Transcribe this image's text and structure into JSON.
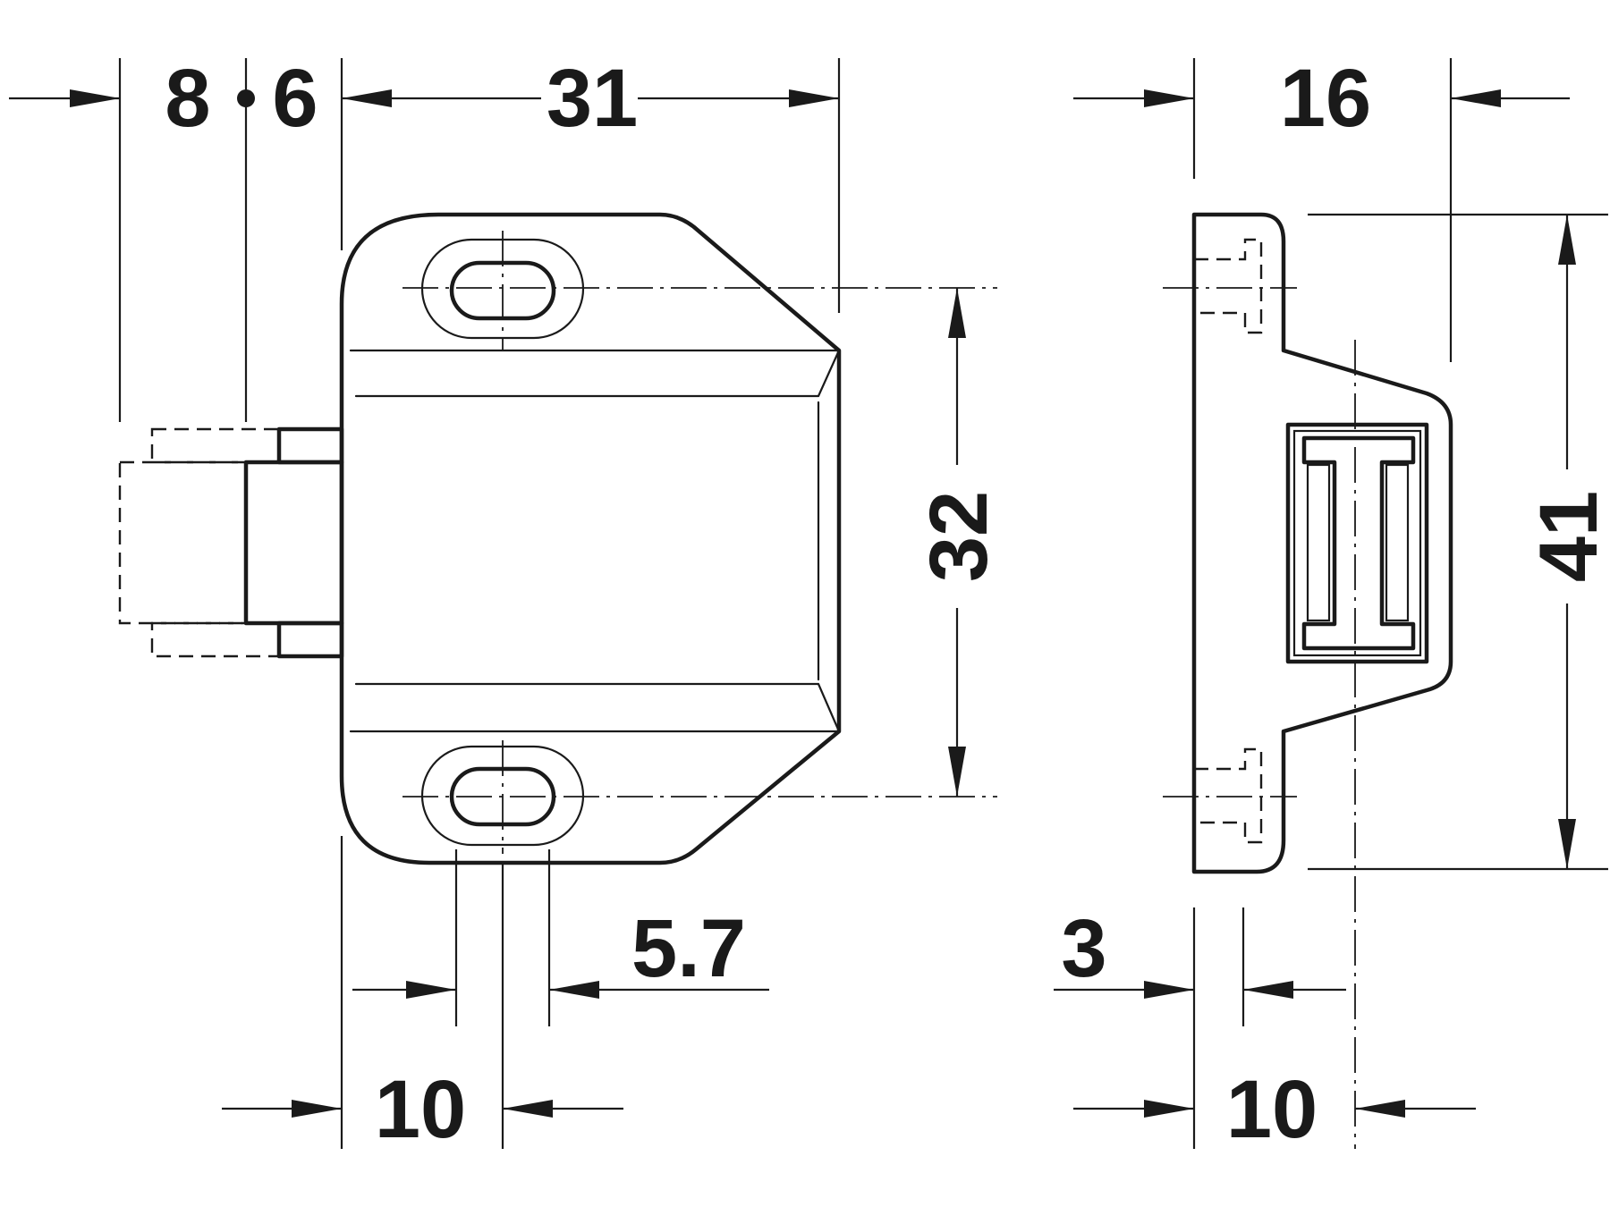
{
  "drawing": {
    "colors": {
      "line": "#1a1a1a",
      "background": "#ffffff"
    },
    "front_view": {
      "dims": {
        "d8": "8",
        "d6": "6",
        "d31": "31",
        "d32": "32",
        "d5_7": "5.7",
        "d10": "10"
      }
    },
    "side_view": {
      "dims": {
        "d16": "16",
        "d41": "41",
        "d3": "3",
        "d10": "10"
      }
    }
  }
}
